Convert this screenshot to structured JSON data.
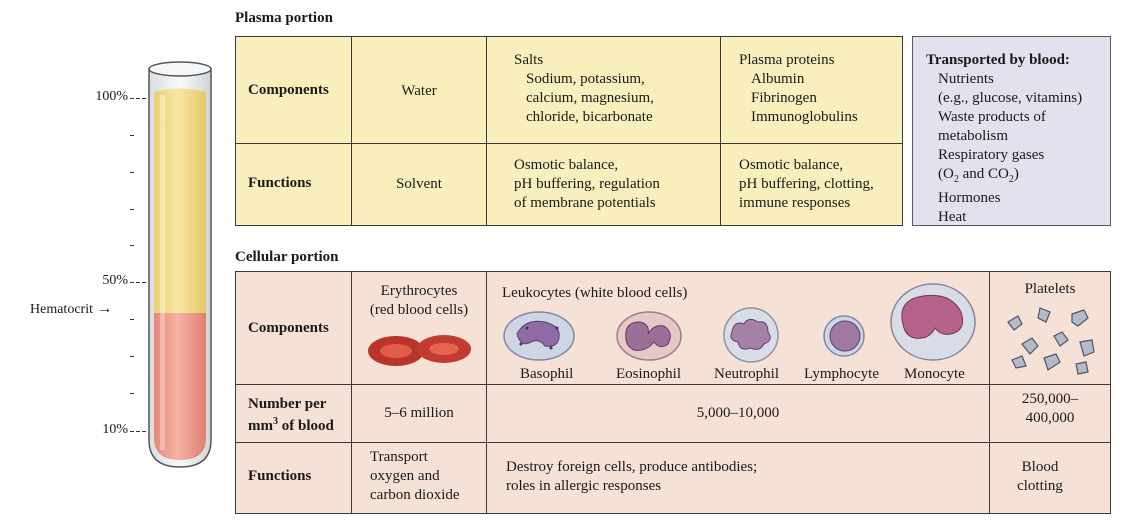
{
  "tube": {
    "label_100": "100%",
    "label_50": "50%",
    "label_10": "10%",
    "hematocrit_label": "Hematocrit",
    "hematocrit_arrow": "→",
    "colors": {
      "plasma": "#f3dd8c",
      "cells": "#ef9c8f",
      "glass": "#eef1f3"
    }
  },
  "plasma": {
    "title": "Plasma portion",
    "rows": {
      "components_label": "Components",
      "functions_label": "Functions"
    },
    "water": {
      "component": "Water",
      "function": "Solvent"
    },
    "salts": {
      "heading": "Salts",
      "items": [
        "Sodium, potassium,",
        "calcium, magnesium,",
        "chloride, bicarbonate"
      ],
      "function": [
        "Osmotic balance,",
        "pH buffering, regulation",
        "of membrane potentials"
      ]
    },
    "proteins": {
      "heading": "Plasma proteins",
      "items": [
        "Albumin",
        "Fibrinogen",
        "Immunoglobulins"
      ],
      "function": [
        "Osmotic balance,",
        "pH buffering, clotting,",
        "immune responses"
      ]
    }
  },
  "transport": {
    "heading": "Transported by blood:",
    "items": [
      "Nutrients",
      "(e.g., glucose, vitamins)",
      "Waste products of",
      "metabolism",
      "Respiratory gases",
      "(O",
      "2",
      " and CO",
      "2",
      ")",
      "Hormones",
      "Heat"
    ]
  },
  "cellular": {
    "title": "Cellular portion",
    "rows": {
      "components_label": "Components",
      "number_label_1": "Number per",
      "number_label_2a": "mm",
      "number_label_2sup": "3",
      "number_label_2b": " of blood",
      "functions_label": "Functions"
    },
    "erythrocytes": {
      "name_1": "Erythrocytes",
      "name_2": "(red blood cells)",
      "number": "5–6 million",
      "function": [
        "Transport",
        "oxygen and",
        "carbon dioxide"
      ]
    },
    "leukocytes": {
      "name": "Leukocytes (white blood cells)",
      "types": [
        "Basophil",
        "Eosinophil",
        "Neutrophil",
        "Lymphocyte",
        "Monocyte"
      ],
      "number": "5,000–10,000",
      "function": [
        "Destroy foreign cells, produce antibodies;",
        "roles in allergic responses"
      ]
    },
    "platelets": {
      "name": "Platelets",
      "number": [
        "250,000–",
        "400,000"
      ],
      "function": [
        "Blood",
        "clotting"
      ]
    }
  }
}
